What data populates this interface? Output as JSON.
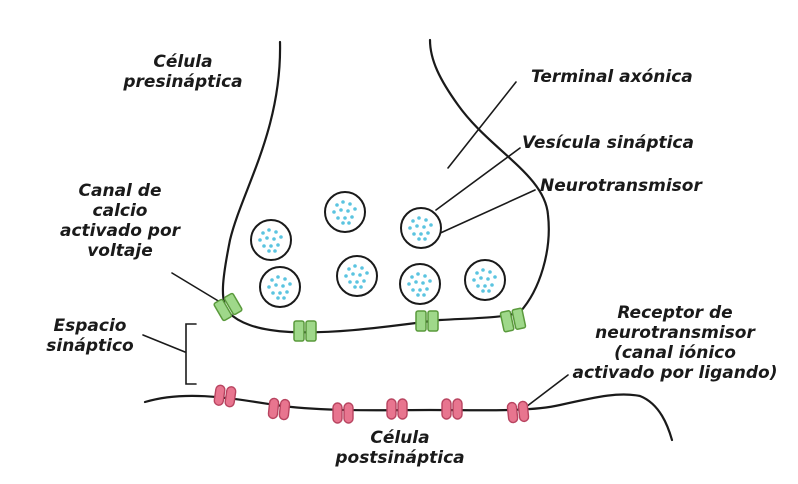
{
  "labels": {
    "presynaptic_cell": [
      "Célula",
      "presináptica"
    ],
    "axon_terminal": "Terminal axónica",
    "synaptic_vesicle": "Vesícula sináptica",
    "neurotransmitter": "Neurotransmisor",
    "calcium_channel": [
      "Canal de",
      "calcio",
      "activado por",
      "voltaje"
    ],
    "synaptic_cleft": [
      "Espacio",
      "sináptico"
    ],
    "receptor": [
      "Receptor de",
      "neurotransmisor",
      "(canal iónico",
      "activado por ligando)"
    ],
    "postsynaptic_cell": [
      "Célula",
      "postsináptica"
    ]
  },
  "colors": {
    "outline": "#1a1a1a",
    "vesicle_dot": "#5bc4e0",
    "calcium_channel": "#9fd88a",
    "receptor": "#e8758f"
  }
}
